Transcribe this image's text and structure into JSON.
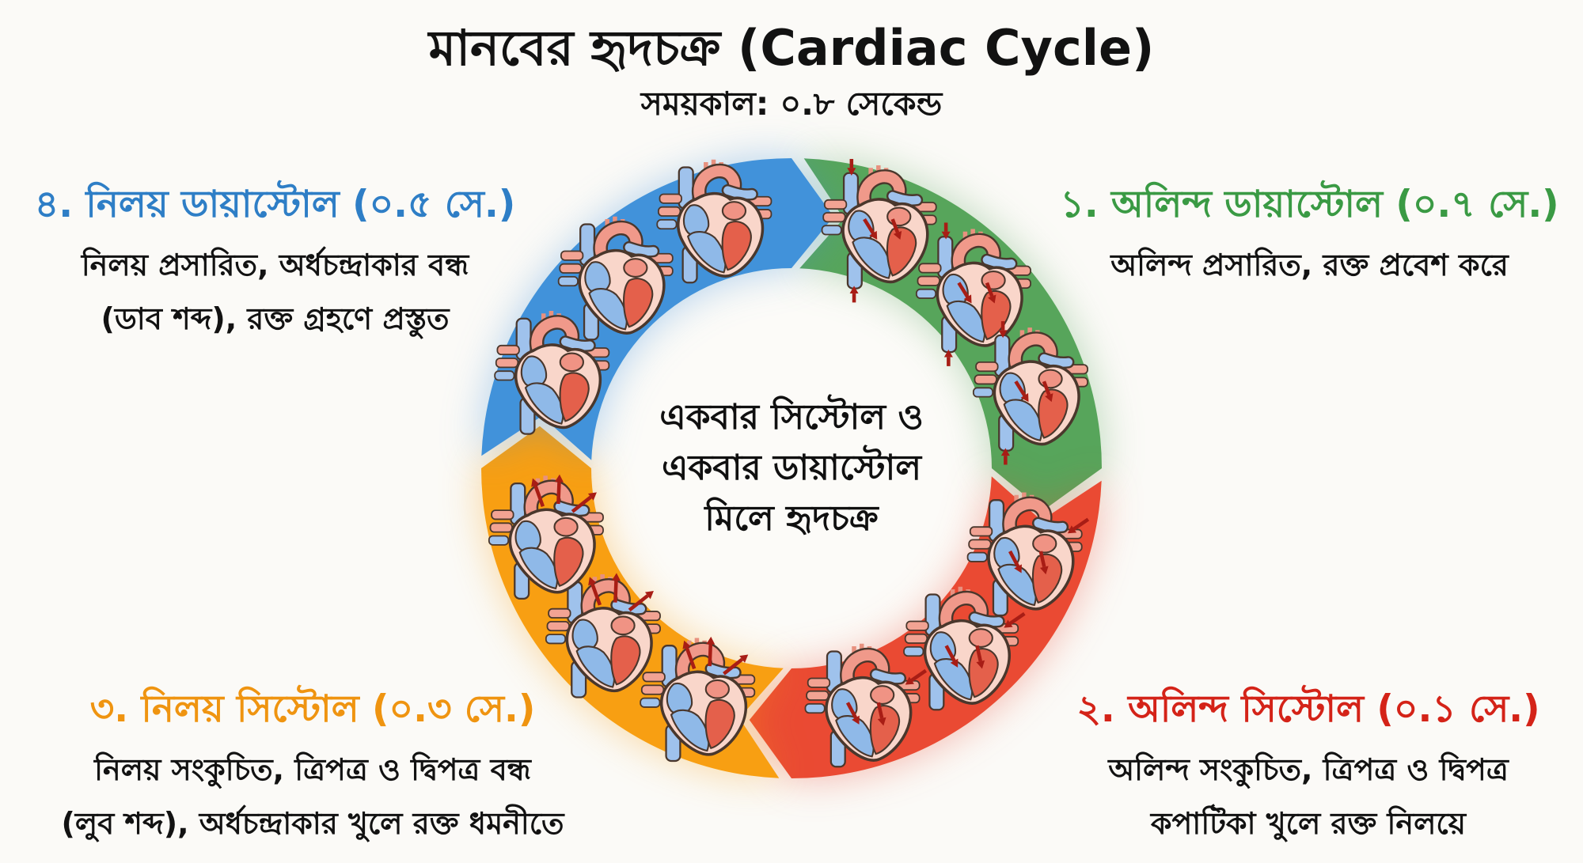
{
  "header": {
    "title": "মানবের হৃদচক্র (Cardiac Cycle)",
    "subtitle": "সময়কাল: ০.৮ সেকেন্ড"
  },
  "center_text": {
    "line1": "একবার সিস্টোল ও",
    "line2": "একবার ডায়াস্টোল",
    "line3": "মিলে হৃদচক্র"
  },
  "cycle": {
    "direction": "clockwise",
    "ring_segment_icon": "heart-diagram-icon",
    "hearts_per_segment": 3
  },
  "stages": [
    {
      "number": "১",
      "position": "top-right",
      "segment_color": "#57a55b",
      "heading_color": "#3a9a44",
      "heading": "১. অলিন্দ ডায়াস্টোল (০.৭ সে.)",
      "duration": "০.৭ সে.",
      "description_lines": [
        "অলিন্দ প্রসারিত, রক্ত প্রবেশ করে"
      ],
      "heart_arrows": "inflow"
    },
    {
      "number": "২",
      "position": "bottom-right",
      "segment_color": "#ea4a33",
      "heading_color": "#d42318",
      "heading": "২. অলিন্দ সিস্টোল (০.১ সে.)",
      "duration": "০.১ সে.",
      "description_lines": [
        "অলিন্দ সংকুচিত, ত্রিপত্র ও দ্বিপত্র",
        "কপাটিকা খুলে রক্ত নিলয়ে"
      ],
      "heart_arrows": "atrial"
    },
    {
      "number": "৩",
      "position": "bottom-left",
      "segment_color": "#f89f12",
      "heading_color": "#ef9410",
      "heading": "৩. নিলয় সিস্টোল (০.৩ সে.)",
      "duration": "০.৩ সে.",
      "description_lines": [
        "নিলয় সংকুচিত, ত্রিপত্র ও দ্বিপত্র বন্ধ",
        "(লুব শব্দ), অর্ধচন্দ্রাকার খুলে রক্ত ধমনীতে"
      ],
      "heart_arrows": "eject"
    },
    {
      "number": "৪",
      "position": "top-left",
      "segment_color": "#4192da",
      "heading_color": "#2e7ec6",
      "heading": "৪. নিলয় ডায়াস্টোল (০.৫ সে.)",
      "duration": "০.৫ সে.",
      "description_lines": [
        "নিলয় প্রসারিত, অর্ধচন্দ্রাকার বন্ধ",
        "(ডাব শব্দ), রক্ত গ্রহণে প্রস্তুত"
      ],
      "heart_arrows": "plain"
    }
  ]
}
